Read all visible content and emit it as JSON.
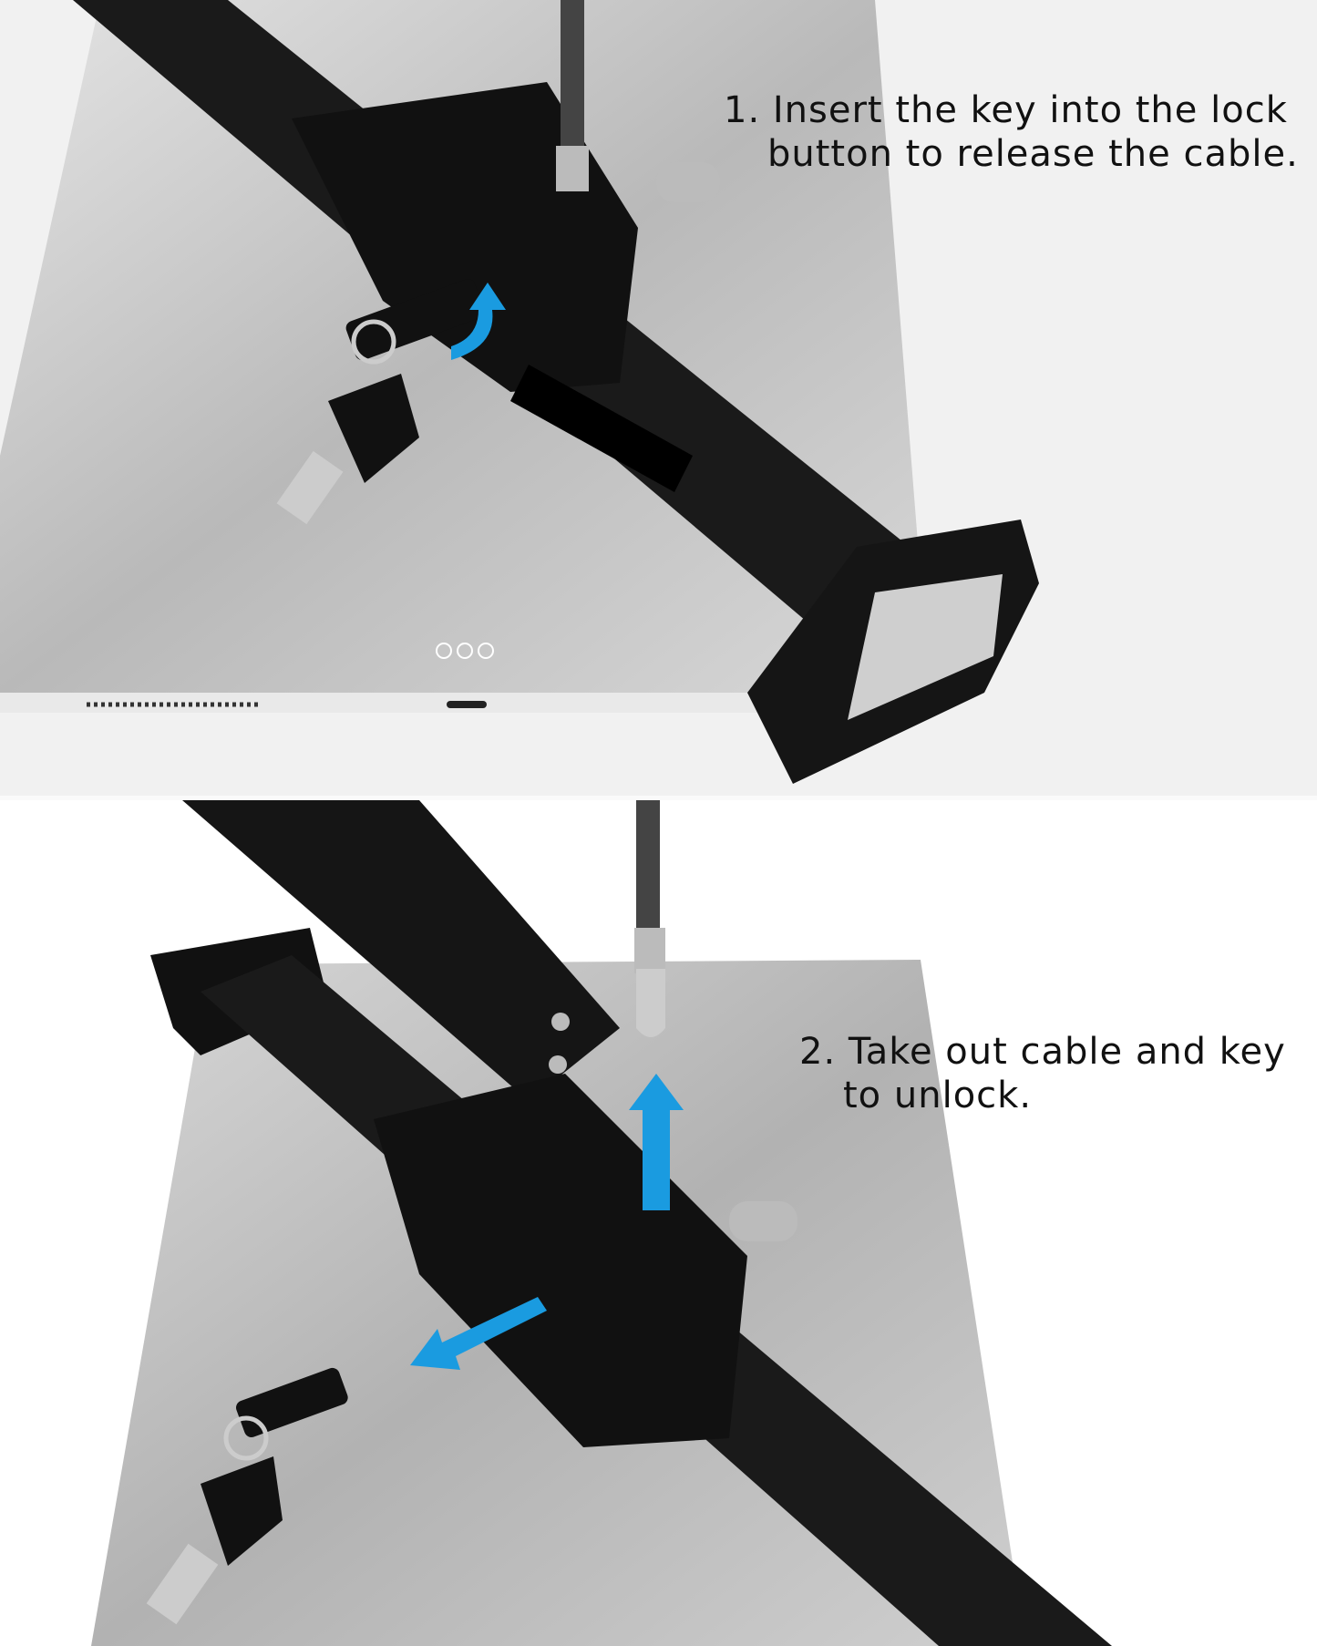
{
  "step1": {
    "line1": "1. Insert the key into the lock",
    "line2": "button to release the cable."
  },
  "step2": {
    "line1": "2. Take out cable and key",
    "line2": "to unlock."
  },
  "colors": {
    "arrow": "#1a9be0",
    "mount": "#161616",
    "tablet": "#c4c4c4",
    "background": "#f1f1f1"
  }
}
